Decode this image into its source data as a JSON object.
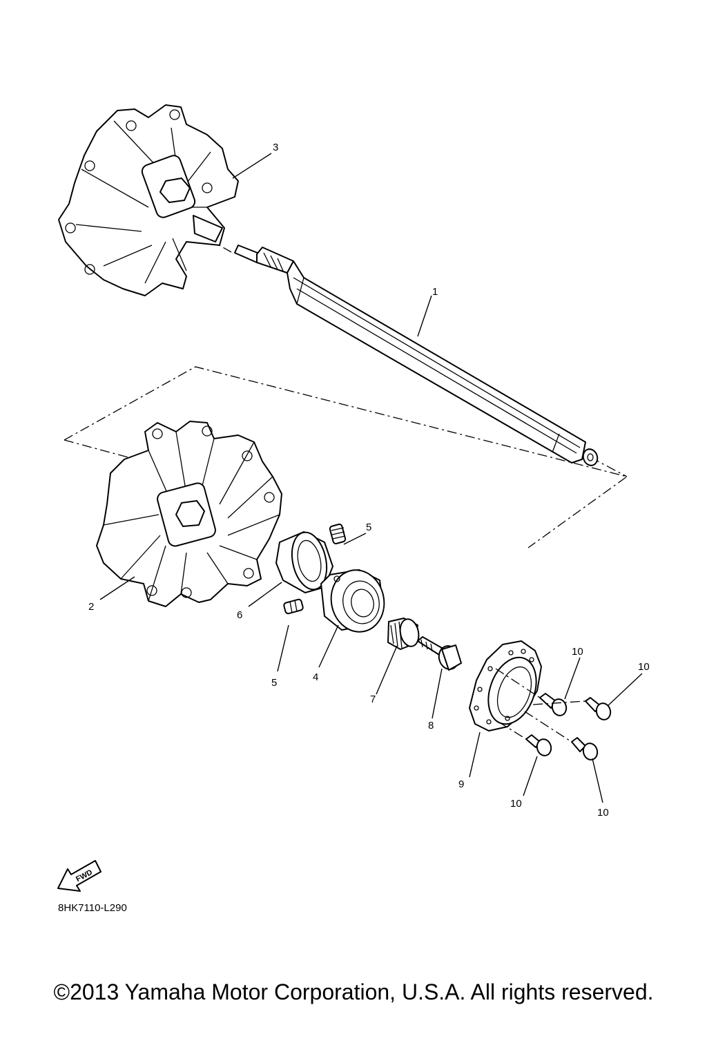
{
  "callouts": {
    "c1": "1",
    "c2": "2",
    "c3": "3",
    "c4": "4",
    "c5a": "5",
    "c5b": "5",
    "c6": "6",
    "c7": "7",
    "c8": "8",
    "c9": "9",
    "c10a": "10",
    "c10b": "10",
    "c10c": "10",
    "c10d": "10"
  },
  "fwd_label": "FWD",
  "diagram_code": "8HK7110-L290",
  "copyright": "©2013 Yamaha Motor Corporation, U.S.A. All rights reserved."
}
